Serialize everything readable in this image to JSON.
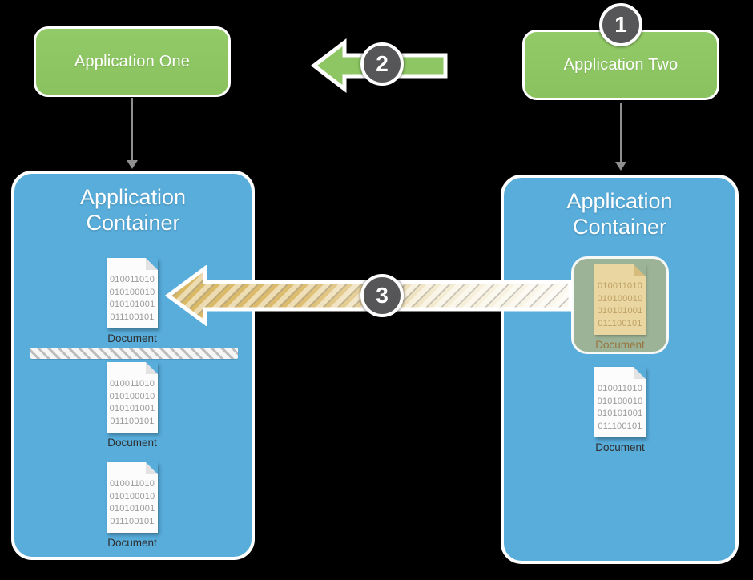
{
  "apps": {
    "one": {
      "label": "Application One"
    },
    "two": {
      "label": "Application Two"
    }
  },
  "steps": {
    "one": "1",
    "two": "2",
    "three": "3"
  },
  "containers": {
    "left": {
      "title": "Application Container",
      "documents": [
        {
          "label": "Document"
        },
        {
          "label": "Document"
        },
        {
          "label": "Document"
        }
      ]
    },
    "right": {
      "title": "Application Container",
      "highlighted_document": {
        "label": "Document"
      },
      "documents": [
        {
          "label": "Document"
        }
      ]
    }
  },
  "document_binary_lines": [
    "010011010",
    "010100010",
    "010101001",
    "011100101"
  ],
  "colors": {
    "background": "#000000",
    "app_green": "#8dc663",
    "container_blue": "#58addb",
    "arrow_gold": "#ddb966",
    "badge_gray": "#565658",
    "highlight_sage": "#9cb397",
    "document_tan": "#e9d6a0",
    "connector_gray": "#8f8f8f"
  }
}
